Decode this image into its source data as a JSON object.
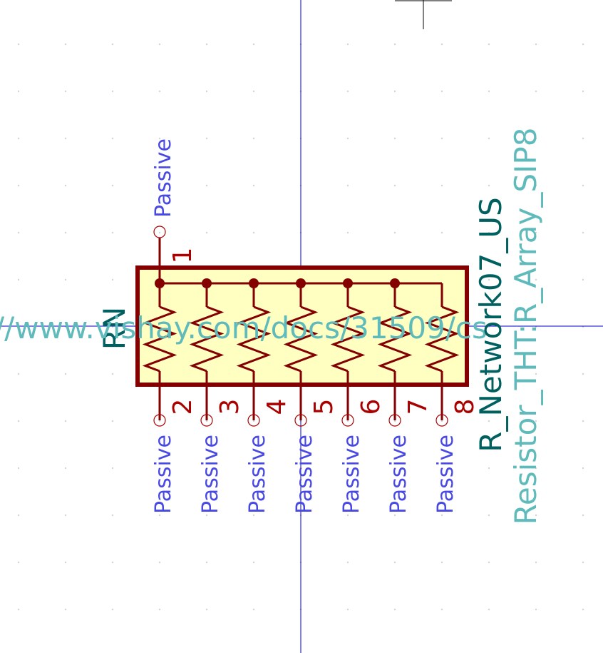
{
  "symbol": {
    "reference": "RN",
    "value": "R_Network07_US",
    "footprint": "Resistor_THT:R_Array_SIP8",
    "datasheet_fragment": "//www.vishay.com/docs/31509/cs"
  },
  "pins": [
    {
      "number": "1",
      "type": "Passive"
    },
    {
      "number": "2",
      "type": "Passive"
    },
    {
      "number": "3",
      "type": "Passive"
    },
    {
      "number": "4",
      "type": "Passive"
    },
    {
      "number": "5",
      "type": "Passive"
    },
    {
      "number": "6",
      "type": "Passive"
    },
    {
      "number": "7",
      "type": "Passive"
    },
    {
      "number": "8",
      "type": "Passive"
    }
  ],
  "colors": {
    "body_fill": "#ffffc2",
    "body_stroke": "#840000",
    "pin_number": "#a90000",
    "pin_type": "#4848e5",
    "value": "#006060",
    "footprint": "#5fbbbb",
    "axis": "#0000cc",
    "cursor": "#000000",
    "grid": "#d4d4d4"
  }
}
